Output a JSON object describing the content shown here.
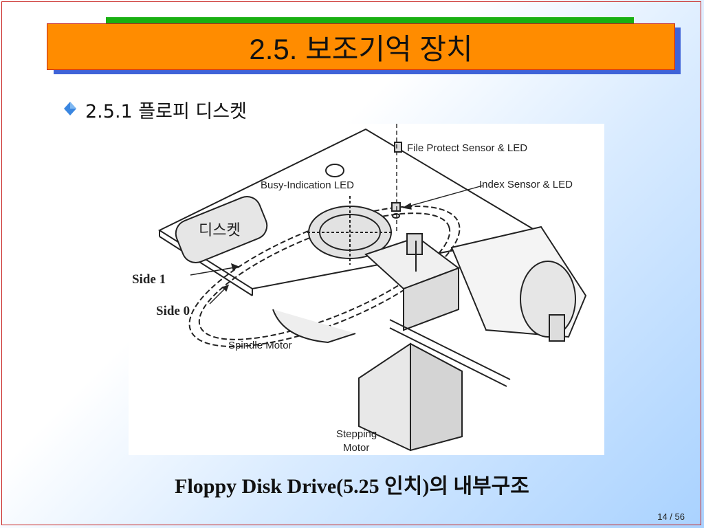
{
  "slide": {
    "title": "2.5. 보조기억 장치",
    "subtitle": "2.5.1 플로피 디스켓",
    "caption": "Floppy Disk Drive(5.25 인치)의 내부구조",
    "page": "14 / 56"
  },
  "diagram": {
    "labels": {
      "file_protect": "File Protect Sensor & LED",
      "index_sensor": "Index Sensor & LED",
      "busy_led": "Busy-Indication LED",
      "diskette": "디스켓",
      "side1": "Side 1",
      "side0": "Side 0",
      "spindle": "Spindle Motor",
      "stepping_1": "Stepping",
      "stepping_2": "Motor"
    }
  },
  "colors": {
    "title_bg": "#ff8c00",
    "title_border": "#c21e1e",
    "shadow": "#3f63d8",
    "accent_green": "#19b012",
    "bullet": "#3a86e0"
  }
}
